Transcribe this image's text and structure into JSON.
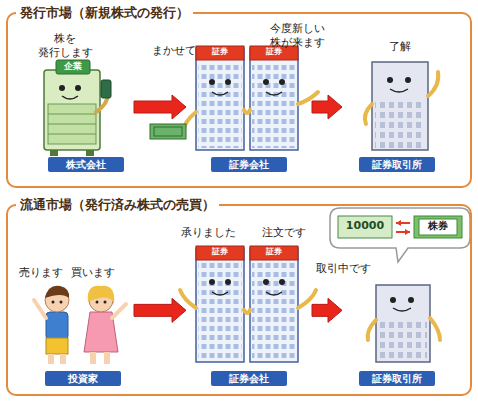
{
  "diagram": {
    "nodes": [
      {
        "text": [
          "発行市場（新規株式の発行）"
        ]
      },
      {
        "text": [
          "株式会社"
        ],
        "in": 0
      },
      {
        "text": [
          "証券会社"
        ],
        "in": 0
      },
      {
        "text": [
          "証券取引所"
        ],
        "in": 0
      },
      {
        "text": [
          "流通市場（発行済み株式の売買）"
        ]
      },
      {
        "text": [
          "投資家"
        ],
        "in": 4
      },
      {
        "text": [
          "証券会社"
        ],
        "in": 4
      },
      {
        "text": [
          "証券取引所"
        ],
        "in": 4
      }
    ],
    "edges": [
      {
        "from": 1,
        "to": 2,
        "arrow": "to"
      },
      {
        "from": 2,
        "to": 3,
        "arrow": "to"
      },
      {
        "from": 5,
        "to": 6,
        "arrow": "to"
      },
      {
        "from": 6,
        "to": 7,
        "arrow": "to"
      }
    ],
    "labels": [
      "株を 発行します",
      "企業",
      "まかせて",
      "今度新しい 株が来ます",
      "証券",
      "証券",
      "了解",
      "売ります",
      "買います",
      "承りました",
      "注文です",
      "証券",
      "証券",
      "取引中です",
      "10000",
      "株券"
    ]
  }
}
